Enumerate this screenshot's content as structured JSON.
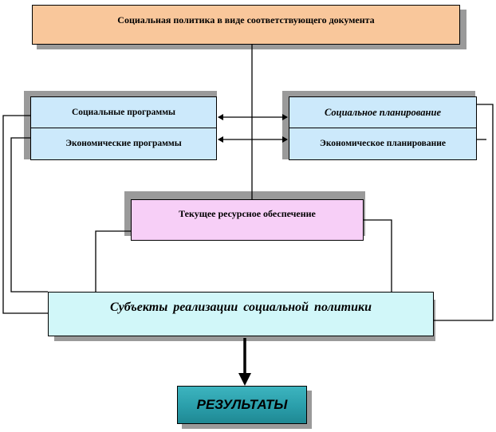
{
  "diagram": {
    "policy_document": "Социальная политика в виде соответствующего документа",
    "social_programs": "Социальные программы",
    "economic_programs": "Экономические программы",
    "social_planning": "Социальное планирование",
    "economic_planning": "Экономическое планирование",
    "resource_provision": "Текущее ресурсное обеспечение",
    "implementation_subjects": "Субъекты реализации социальной политики",
    "results": "РЕЗУЛЬТАТЫ"
  },
  "colors": {
    "policy_fill": "#f9c79b",
    "programs_fill": "#cce9fb",
    "resource_fill": "#f7cff7",
    "subjects_fill": "#d1f7f9",
    "results_fill": "#2a9eaa",
    "shadow": "#9a9a9a",
    "line": "#000000"
  }
}
